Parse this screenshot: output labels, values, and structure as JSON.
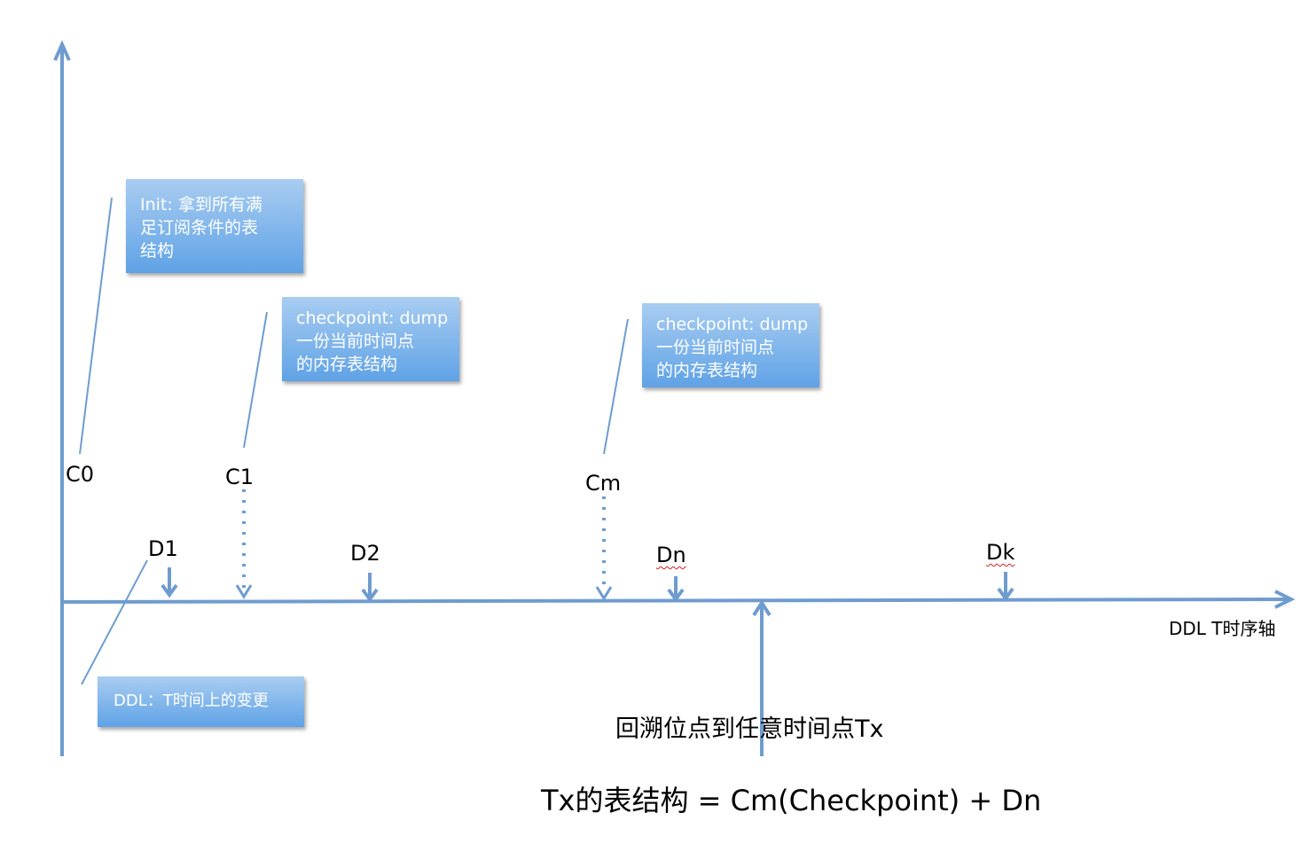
{
  "callouts": {
    "init": {
      "lines": [
        "Init: 拿到所有满",
        "足订阅条件的表",
        "结构"
      ]
    },
    "checkpoint_c1": {
      "lines": [
        "checkpoint: dump",
        "一份当前时间点",
        "的内存表结构"
      ]
    },
    "checkpoint_cm": {
      "lines": [
        "checkpoint: dump",
        "一份当前时间点",
        "的内存表结构"
      ]
    },
    "ddl": {
      "lines": [
        "DDL：T时间上的变更"
      ]
    }
  },
  "checkpoints": [
    "C0",
    "C1",
    "Cm"
  ],
  "ddl_events": [
    "D1",
    "D2",
    "Dn",
    "Dk"
  ],
  "axis_label": "DDL T时序轴",
  "rewind_label": "回溯位点到任意时间点Tx",
  "formula": "Tx的表结构 = Cm(Checkpoint) + Dn",
  "colors": {
    "axis": "#6f9ccf",
    "callout_top": "#a9cdf1",
    "callout_bottom": "#5fa2e6",
    "text": "#000000"
  }
}
